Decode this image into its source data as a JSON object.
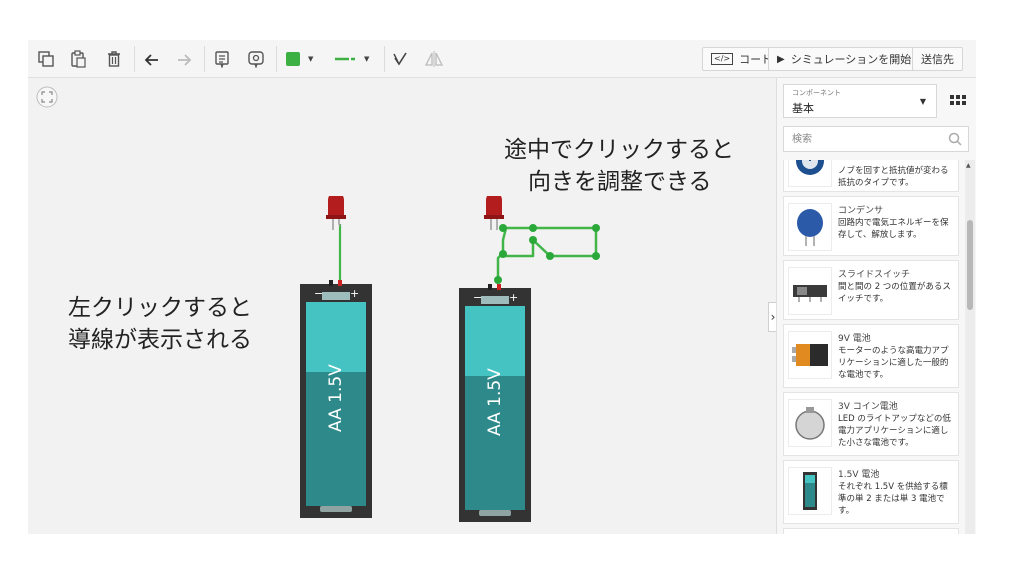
{
  "toolbar": {
    "code_label": "コード",
    "simulate_label": "シミュレーションを開始",
    "send_label": "送信先",
    "code_icon_text": "</>",
    "fill_color": "#3cb043",
    "wire_color": "#3cb043"
  },
  "canvas": {
    "annotation_left": [
      "左クリックすると",
      "導線が表示される"
    ],
    "annotation_right": [
      "途中でクリックすると",
      "向きを調整できる"
    ],
    "battery_label": "AA 1.5V",
    "wire_color": "#42b549",
    "battery_color": "#2e8a8a",
    "battery_top_color": "#45c3c3"
  },
  "panel": {
    "category_caption": "コンポーネント",
    "category_value": "基本",
    "search_placeholder": "検索",
    "components": [
      {
        "name": "",
        "desc": "ノブを回すと抵抗値が変わる抵抗のタイプです。",
        "icon": "potentiometer-icon"
      },
      {
        "name": "コンデンサ",
        "desc": "回路内で電気エネルギーを保存して、解放します。",
        "icon": "capacitor-icon"
      },
      {
        "name": "スライドスイッチ",
        "desc": "間と間の 2 つの位置があるスイッチです。",
        "icon": "slide-switch-icon"
      },
      {
        "name": "9V 電池",
        "desc": "モーターのような高電力アプリケーションに適した一般的な電池です。",
        "icon": "battery-9v-icon"
      },
      {
        "name": "3V コイン電池",
        "desc": "LED のライトアップなどの低電力アプリケーションに適した小さな電池です。",
        "icon": "coin-battery-icon"
      },
      {
        "name": "1.5V 電池",
        "desc": "それぞれ 1.5V を供給する標準の単 2 または単 3 電池です。",
        "icon": "battery-aa-icon"
      }
    ]
  }
}
